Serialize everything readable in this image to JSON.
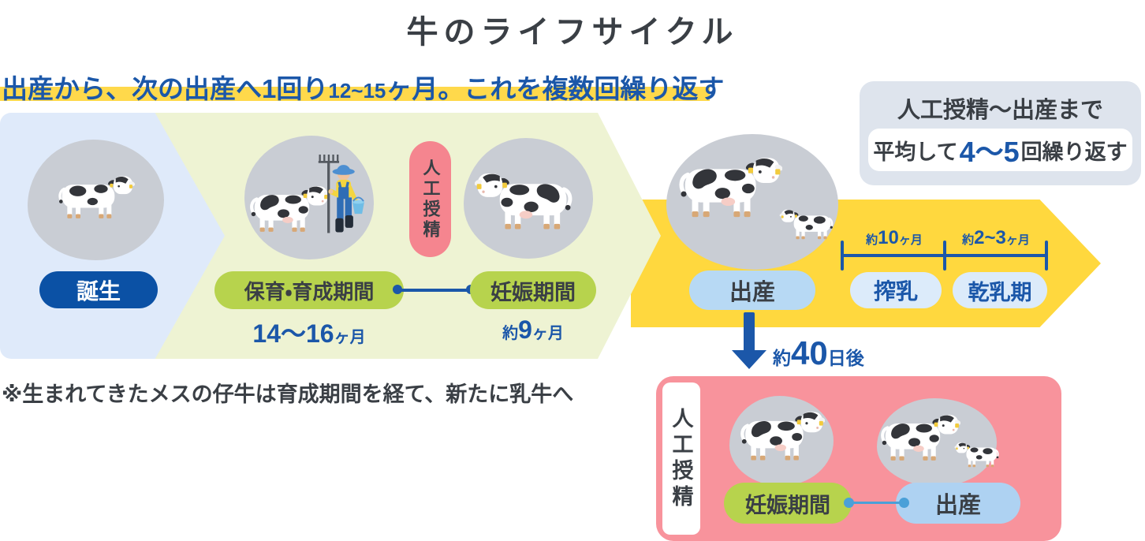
{
  "title": "牛のライフサイクル",
  "subtitle": {
    "part1": "出産から、次の出産へ1回り",
    "part2": "12~15",
    "part3": "ヶ月。これを複数回繰り返す"
  },
  "info_box": {
    "title": "人工授精～出産まで",
    "body_prefix": "平均して",
    "body_number": "4～5",
    "body_suffix": "回繰り返す"
  },
  "flow": {
    "birth": {
      "label": "誕生"
    },
    "rearing": {
      "label": "保育・育成期間",
      "duration_number": "14～16",
      "duration_suffix": "ヶ月"
    },
    "insemination": {
      "label": "人工授精"
    },
    "pregnancy": {
      "label": "妊娠期間",
      "duration_prefix": "約",
      "duration_number": "9",
      "duration_suffix": "ヶ月"
    },
    "calving": {
      "label": "出産"
    },
    "milking": {
      "label": "搾乳",
      "duration_prefix": "約",
      "duration_number": "10",
      "duration_suffix": "ヶ月"
    },
    "dry_period": {
      "label": "乾乳期",
      "duration_prefix": "約",
      "duration_number": "2~3",
      "duration_suffix": "ヶ月"
    }
  },
  "after_calving": {
    "prefix": "約",
    "number": "40",
    "suffix": "日後"
  },
  "cycle_box": {
    "side_label": "人工授精",
    "pregnancy_label": "妊娠期間",
    "calving_label": "出産"
  },
  "note": "※生まれてきたメスの仔牛は育成期間を経て、新たに乳牛へ",
  "colors": {
    "accent_blue": "#1b57a9",
    "dark_text": "#3a3f45",
    "highlight_yellow": "#ffd94b",
    "arrow_yellow": "#ffd83e",
    "chevron_blue": "#dfeafa",
    "chevron_green": "#eef3d3",
    "pill_green": "#b7d34d",
    "pill_dark_blue": "#0b51a5",
    "pill_light_blue": "#b7d9f4",
    "pill_pale_blue": "#dcebfa",
    "pill_pink": "#f5858f",
    "box_pink": "#f8939c",
    "box_gray": "#dee4ed",
    "blob_gray": "#c9cdd4"
  }
}
